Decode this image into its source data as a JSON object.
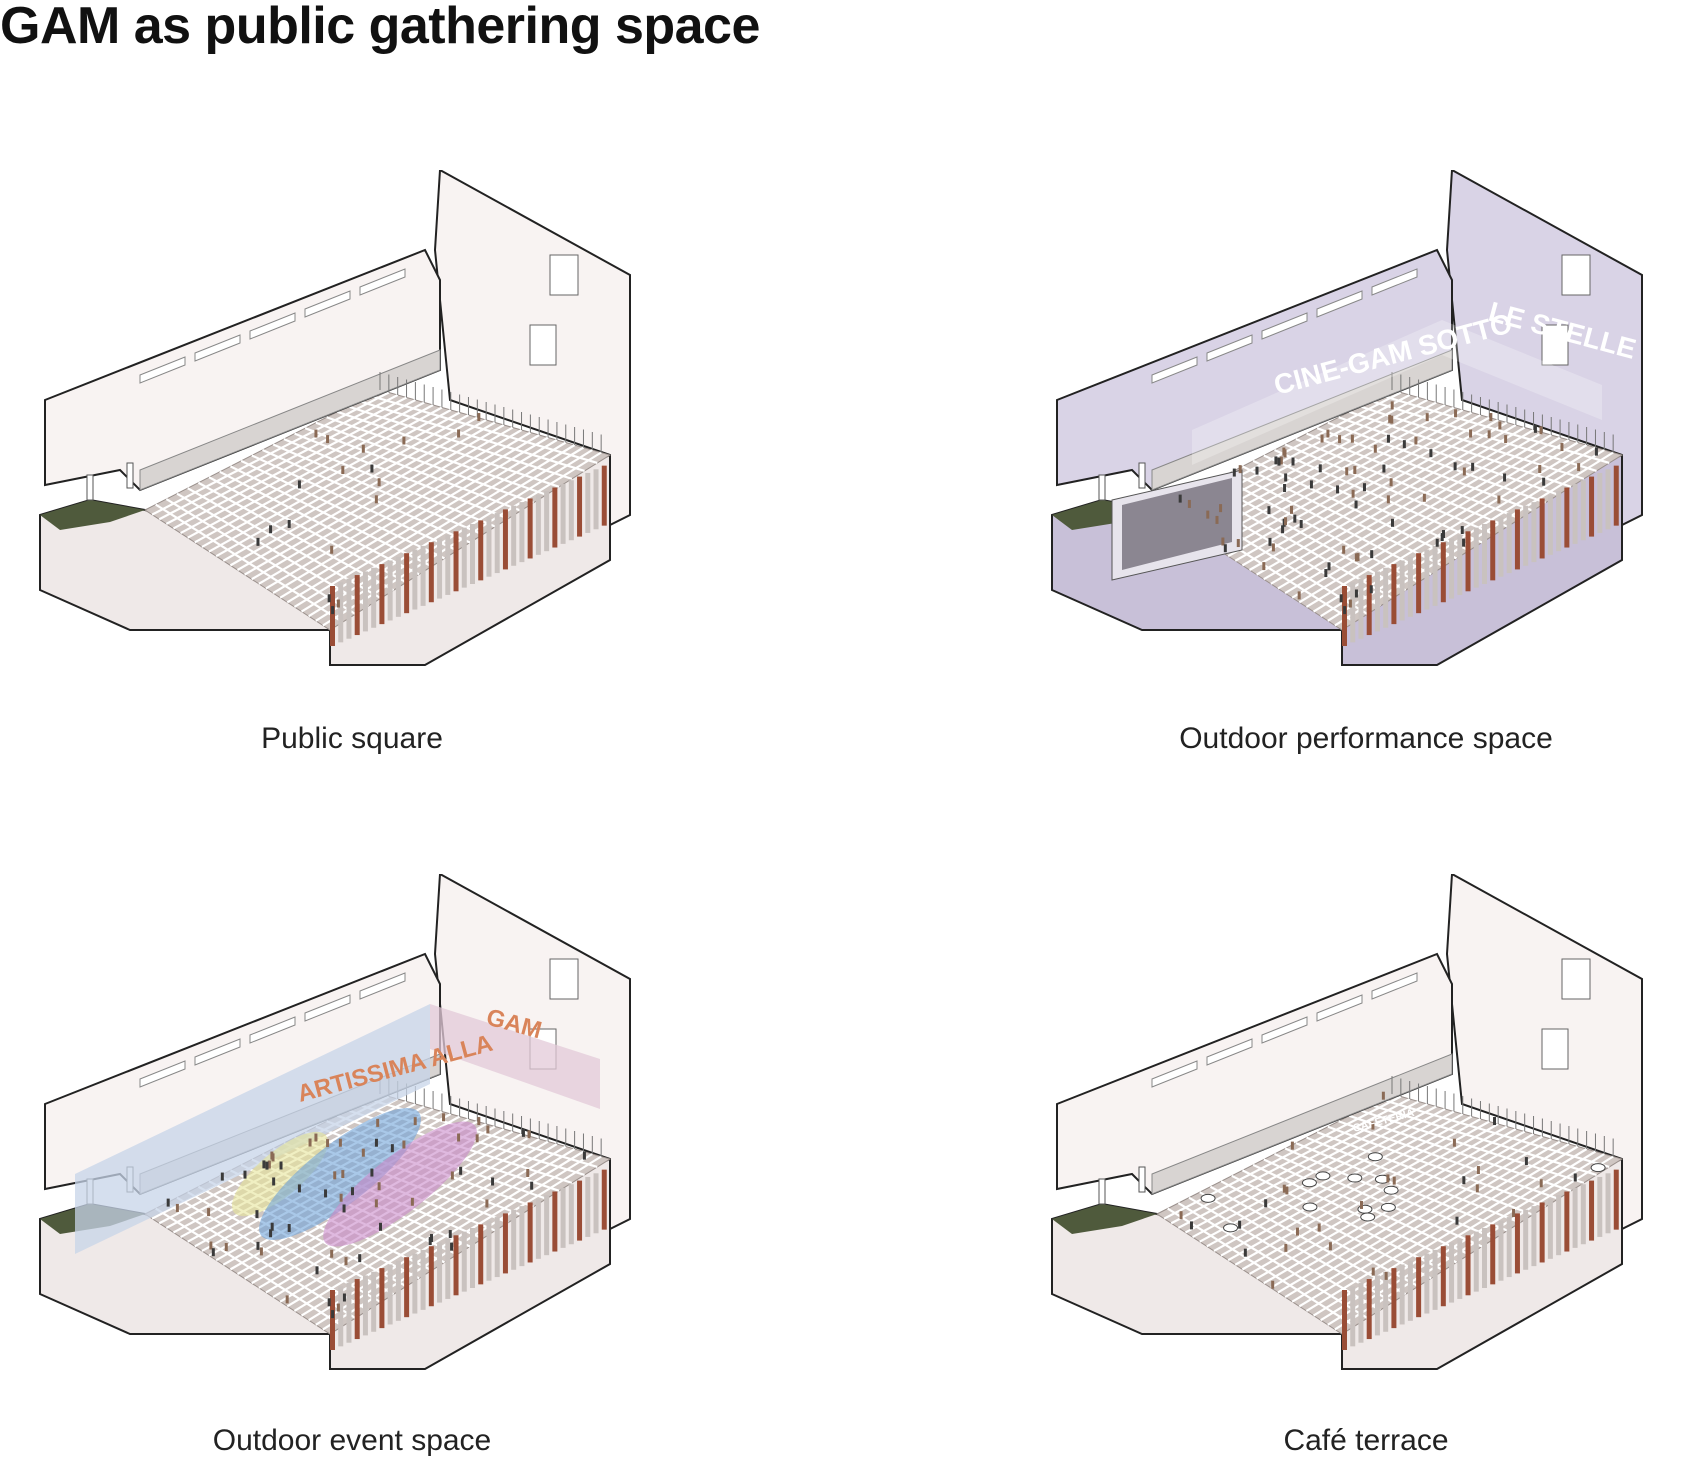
{
  "title": "GAM as public gathering space",
  "panels": [
    {
      "caption": "Public square",
      "variant": "plain",
      "tint": "#ffffff"
    },
    {
      "caption": "Outdoor performance space",
      "variant": "cinema",
      "tint": "#d9d3e6",
      "overlay_text_1": "CINE-GAM SOTTO",
      "overlay_text_2": "LE STELLE"
    },
    {
      "caption": "Outdoor event space",
      "variant": "event",
      "tint": "#ffffff",
      "overlay_text_1": "ARTISSIMA ALLA",
      "overlay_text_2": "GAM"
    },
    {
      "caption": "Café terrace",
      "variant": "cafe",
      "tint": "#ffffff",
      "overlay_text_1": "CAFETERIA"
    }
  ]
}
